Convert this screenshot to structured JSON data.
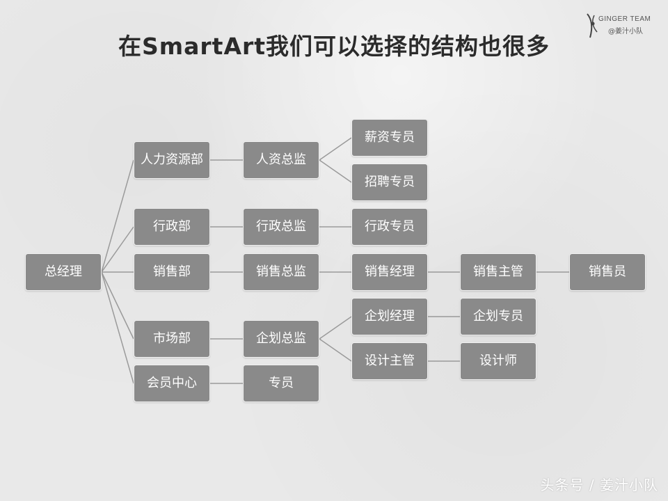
{
  "title": "在SmartArt我们可以选择的结构也很多",
  "logo": {
    "text": "GINGER TEAM",
    "sub": "@姜汁小队"
  },
  "watermark": "头条号 / 姜汁小队",
  "colors": {
    "node_fill": "#8a8a8a",
    "node_text": "#ffffff",
    "connector": "#9a9a9a"
  },
  "nodes": [
    {
      "id": "ceo",
      "label": "总经理"
    },
    {
      "id": "hr",
      "label": "人力资源部"
    },
    {
      "id": "admin",
      "label": "行政部"
    },
    {
      "id": "sales",
      "label": "销售部"
    },
    {
      "id": "market",
      "label": "市场部"
    },
    {
      "id": "member",
      "label": "会员中心"
    },
    {
      "id": "hr_dir",
      "label": "人资总监"
    },
    {
      "id": "admin_dir",
      "label": "行政总监"
    },
    {
      "id": "sales_dir",
      "label": "销售总监"
    },
    {
      "id": "plan_dir",
      "label": "企划总监"
    },
    {
      "id": "member_sp",
      "label": "专员"
    },
    {
      "id": "salary_sp",
      "label": "薪资专员"
    },
    {
      "id": "recruit_sp",
      "label": "招聘专员"
    },
    {
      "id": "admin_sp",
      "label": "行政专员"
    },
    {
      "id": "sales_mgr",
      "label": "销售经理"
    },
    {
      "id": "plan_mgr",
      "label": "企划经理"
    },
    {
      "id": "design_sup",
      "label": "设计主管"
    },
    {
      "id": "sales_sup",
      "label": "销售主管"
    },
    {
      "id": "plan_sp",
      "label": "企划专员"
    },
    {
      "id": "designer",
      "label": "设计师"
    },
    {
      "id": "salesperson",
      "label": "销售员"
    }
  ],
  "edges": [
    [
      "ceo",
      "hr"
    ],
    [
      "ceo",
      "admin"
    ],
    [
      "ceo",
      "sales"
    ],
    [
      "ceo",
      "market"
    ],
    [
      "ceo",
      "member"
    ],
    [
      "hr",
      "hr_dir"
    ],
    [
      "admin",
      "admin_dir"
    ],
    [
      "sales",
      "sales_dir"
    ],
    [
      "market",
      "plan_dir"
    ],
    [
      "member",
      "member_sp"
    ],
    [
      "hr_dir",
      "salary_sp"
    ],
    [
      "hr_dir",
      "recruit_sp"
    ],
    [
      "admin_dir",
      "admin_sp"
    ],
    [
      "sales_dir",
      "sales_mgr"
    ],
    [
      "plan_dir",
      "plan_mgr"
    ],
    [
      "plan_dir",
      "design_sup"
    ],
    [
      "sales_mgr",
      "sales_sup"
    ],
    [
      "plan_mgr",
      "plan_sp"
    ],
    [
      "design_sup",
      "designer"
    ],
    [
      "sales_sup",
      "salesperson"
    ]
  ]
}
